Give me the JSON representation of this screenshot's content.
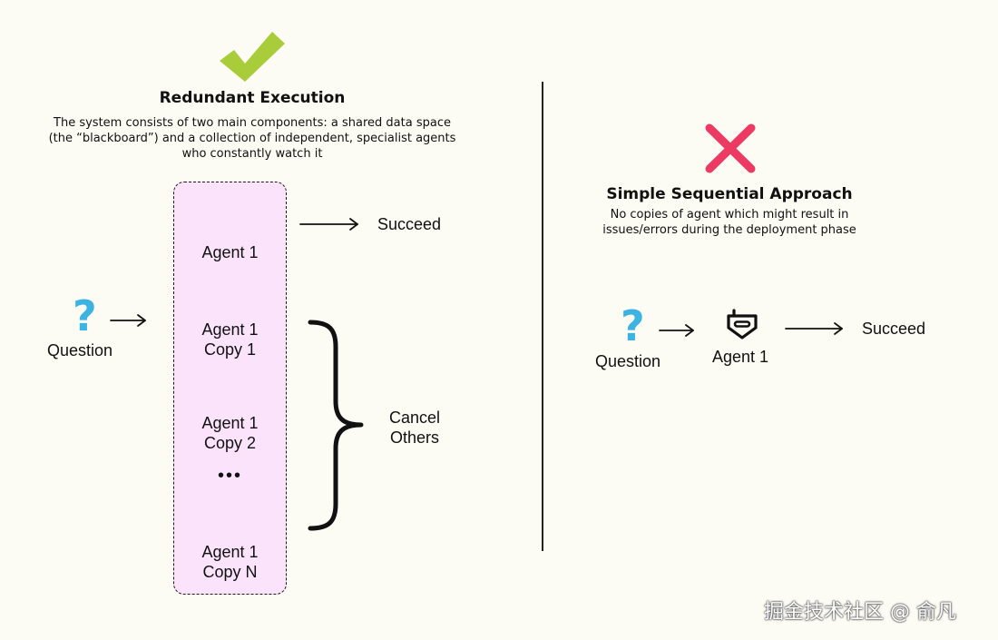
{
  "colors": {
    "background": "#fcfbf4",
    "check": "#a8cc3a",
    "cross": "#ec3a63",
    "question": "#3cb3e3",
    "agent_box_fill": "#fbe4fb"
  },
  "left": {
    "icon": "check-icon",
    "title": "Redundant Execution",
    "description": [
      "The system consists of two main components: a shared data space",
      "(the “blackboard”) and a collection of independent, specialist agents",
      "who constantly watch it"
    ],
    "question_mark": "?",
    "question_label": "Question",
    "agents": [
      {
        "line1": "Agent 1",
        "line2": ""
      },
      {
        "line1": "Agent 1",
        "line2": "Copy 1"
      },
      {
        "line1": "Agent 1",
        "line2": "Copy 2"
      },
      {
        "line1": "Agent 1",
        "line2": "Copy N"
      }
    ],
    "ellipsis": "•••",
    "succeed_label": "Succeed",
    "cancel_label": [
      "Cancel",
      "Others"
    ]
  },
  "right": {
    "icon": "cross-icon",
    "title": "Simple Sequential Approach",
    "description": [
      "No copies of agent which might result in",
      "issues/errors during the deployment phase"
    ],
    "question_mark": "?",
    "question_label": "Question",
    "agent_label": "Agent 1",
    "succeed_label": "Succeed"
  },
  "watermark": "掘金技术社区 @ 俞凡"
}
